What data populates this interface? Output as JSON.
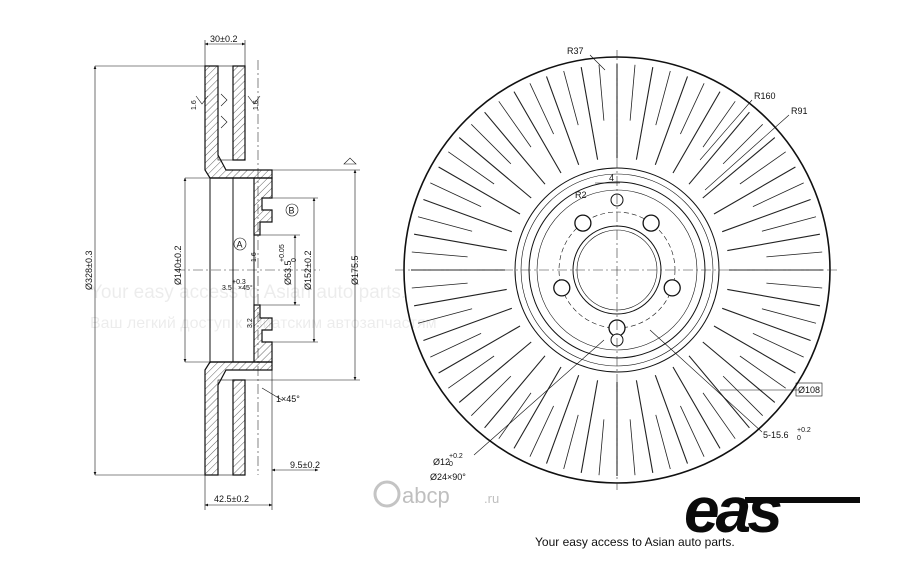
{
  "side_view": {
    "dims": {
      "top_width": "30±0.2",
      "overall_dia": "Ø328±0.3",
      "hub_dia": "Ø140±0.2",
      "bore_dia": "Ø63.5",
      "bore_dia_tol": "+0.05",
      "bore_dia_tol_lo": "0",
      "pilot_dia": "Ø152±0.2",
      "hat_dia": "Ø175.5",
      "chamfer_inner": "3.5",
      "chamfer_inner_tol": "+0.3",
      "chamfer_angle": "×45°",
      "chamfer_outer": "1×45°",
      "hat_depth": "9.5±0.2",
      "total_height": "42.5±0.2",
      "flat_1": "1.6",
      "flat_2": "1.6",
      "runout": "3.2",
      "roughness": "1.6"
    },
    "datum_a": "A",
    "datum_b": "B"
  },
  "front_view": {
    "dims": {
      "r37": "R37",
      "r160": "R160",
      "r91": "R91",
      "r2": "R2",
      "four": "4",
      "d108": "Ø108",
      "holes": "5-15.6",
      "holes_tol": "+0.2",
      "holes_tol_lo": "0",
      "hole12": "Ø12",
      "hole12_tol": "+0.2",
      "hole12_tol_lo": "0",
      "countersink": "Ø24×90°"
    }
  },
  "watermark": {
    "line1": "Your easy access to Asian auto parts.",
    "line2": "Ваш легкий доступ к азиатским автозапчастям"
  },
  "marketplace": {
    "name": "abcp",
    "domain": ".ru"
  },
  "brand": {
    "logo": "eas",
    "tagline": "Your easy access to Asian auto parts."
  }
}
